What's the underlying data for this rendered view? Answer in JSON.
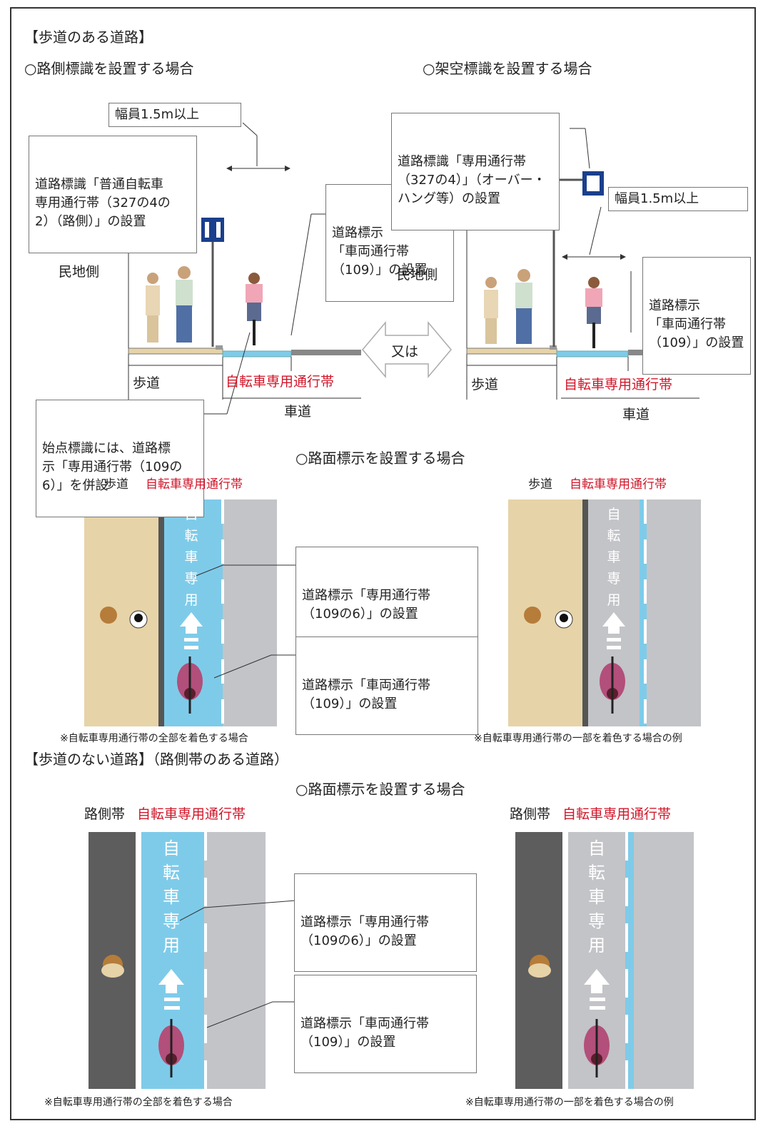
{
  "sections": {
    "with_sidewalk_title": "【歩道のある道路】",
    "roadside_sign_heading": "○路側標識を設置する場合",
    "overhead_sign_heading": "○架空標識を設置する場合",
    "road_marking_heading": "○路面標示を設置する場合",
    "without_sidewalk_title": "【歩道のない道路】（路側帯のある道路）",
    "road_marking_heading_2": "○路面標示を設置する場合"
  },
  "top_left": {
    "width_label": "幅員1.5m以上",
    "sign_box": [
      "道路標識「普通自転車",
      "専用通行帯（327の4の",
      "2）（路側）」の設置"
    ],
    "marking_box": [
      "道路標示",
      "「車両通行帯",
      "（109）」の設置"
    ],
    "private_side": "民地側",
    "sidewalk": "歩道",
    "bike_lane": "自転車専用通行帯",
    "roadway": "車道",
    "start_sign_box": [
      "始点標識には、道路標",
      "示「専用通行帯（109の",
      "6）」を併設"
    ]
  },
  "or_label": "又は",
  "top_right": {
    "sign_box": [
      "道路標識「専用通行帯",
      "（327の4）」（オーバー・",
      "ハング等）の設置"
    ],
    "width_label": "幅員1.5m以上",
    "marking_box": [
      "道路標示",
      "「車両通行帯",
      "（109）」の設置"
    ],
    "private_side": "民地側",
    "sidewalk": "歩道",
    "bike_lane": "自転車専用通行帯",
    "roadway": "車道"
  },
  "mid": {
    "left_header_1": "歩道",
    "left_header_2": "自転車専用通行帯",
    "right_header_1": "歩道",
    "right_header_2": "自転車専用通行帯",
    "box_exclusive": [
      "道路標示「専用通行帯",
      "（109の6）」の設置"
    ],
    "box_vehicle": [
      "道路標示「車両通行帯",
      "（109）」の設置"
    ],
    "lane_text": [
      "自",
      "転",
      "車",
      "専",
      "用"
    ],
    "note_left": "※自転車専用通行帯の全部を着色する場合",
    "note_right": "※自転車専用通行帯の一部を着色する場合の例"
  },
  "bottom": {
    "left_header_1": "路側帯",
    "left_header_2": "自転車専用通行帯",
    "right_header_1": "路側帯",
    "right_header_2": "自転車専用通行帯",
    "box_exclusive": [
      "道路標示「専用通行帯",
      "（109の6）」の設置"
    ],
    "box_vehicle": [
      "道路標示「車両通行帯",
      "（109）」の設置"
    ],
    "lane_text": [
      "自",
      "転",
      "車",
      "専",
      "用"
    ],
    "note_left": "※自転車専用通行帯の全部を着色する場合",
    "note_right": "※自転車専用通行帯の一部を着色する場合の例"
  },
  "colors": {
    "bike_lane_blue": "#7ecbe9",
    "sidewalk_beige": "#e7d3a8",
    "road_gray": "#c3c4c8",
    "shoulder_dark": "#5d5d5d",
    "accent_red": "#d0172a"
  }
}
